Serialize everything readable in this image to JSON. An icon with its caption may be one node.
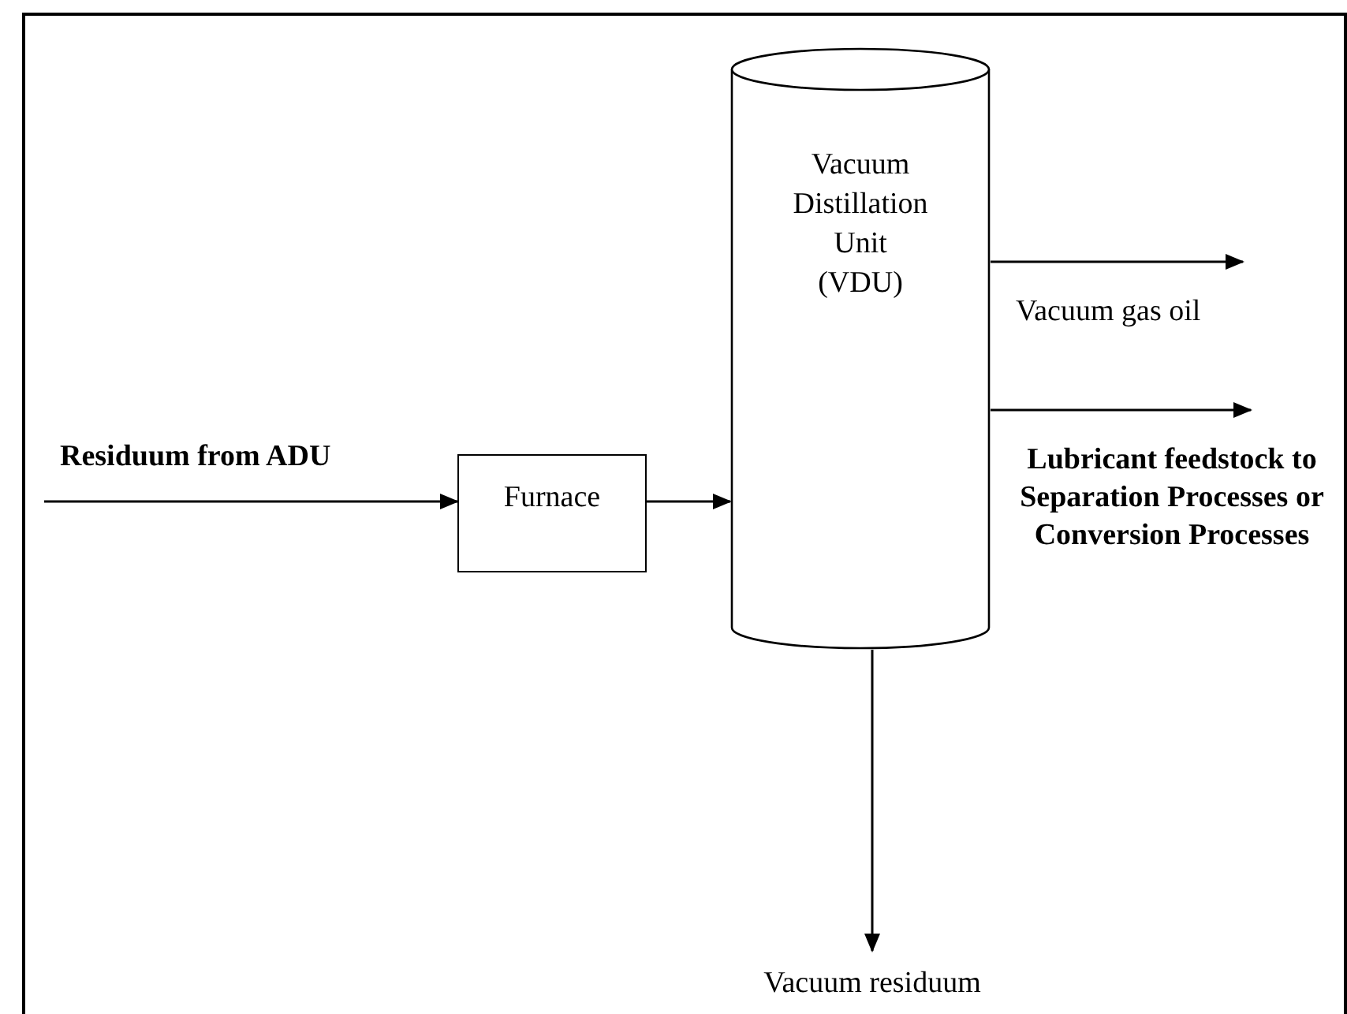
{
  "diagram": {
    "nodes": [
      {
        "text": [
          "Furnace"
        ]
      },
      {
        "text": [
          "Vacuum Distillation Unit (VDU)"
        ]
      }
    ],
    "edges": [
      {
        "from": null,
        "to": 0,
        "arrow": "to",
        "label": "Residuum from ADU"
      },
      {
        "from": 0,
        "to": 1,
        "arrow": "to"
      },
      {
        "from": 1,
        "to": null,
        "arrow": "to",
        "label": "Vacuum gas oil"
      },
      {
        "from": 1,
        "to": null,
        "arrow": "to",
        "label": "Lubricant feedstock to Separation Processes or Conversion Processes"
      },
      {
        "from": 1,
        "to": null,
        "arrow": "to",
        "label": "Vacuum residuum"
      }
    ]
  }
}
